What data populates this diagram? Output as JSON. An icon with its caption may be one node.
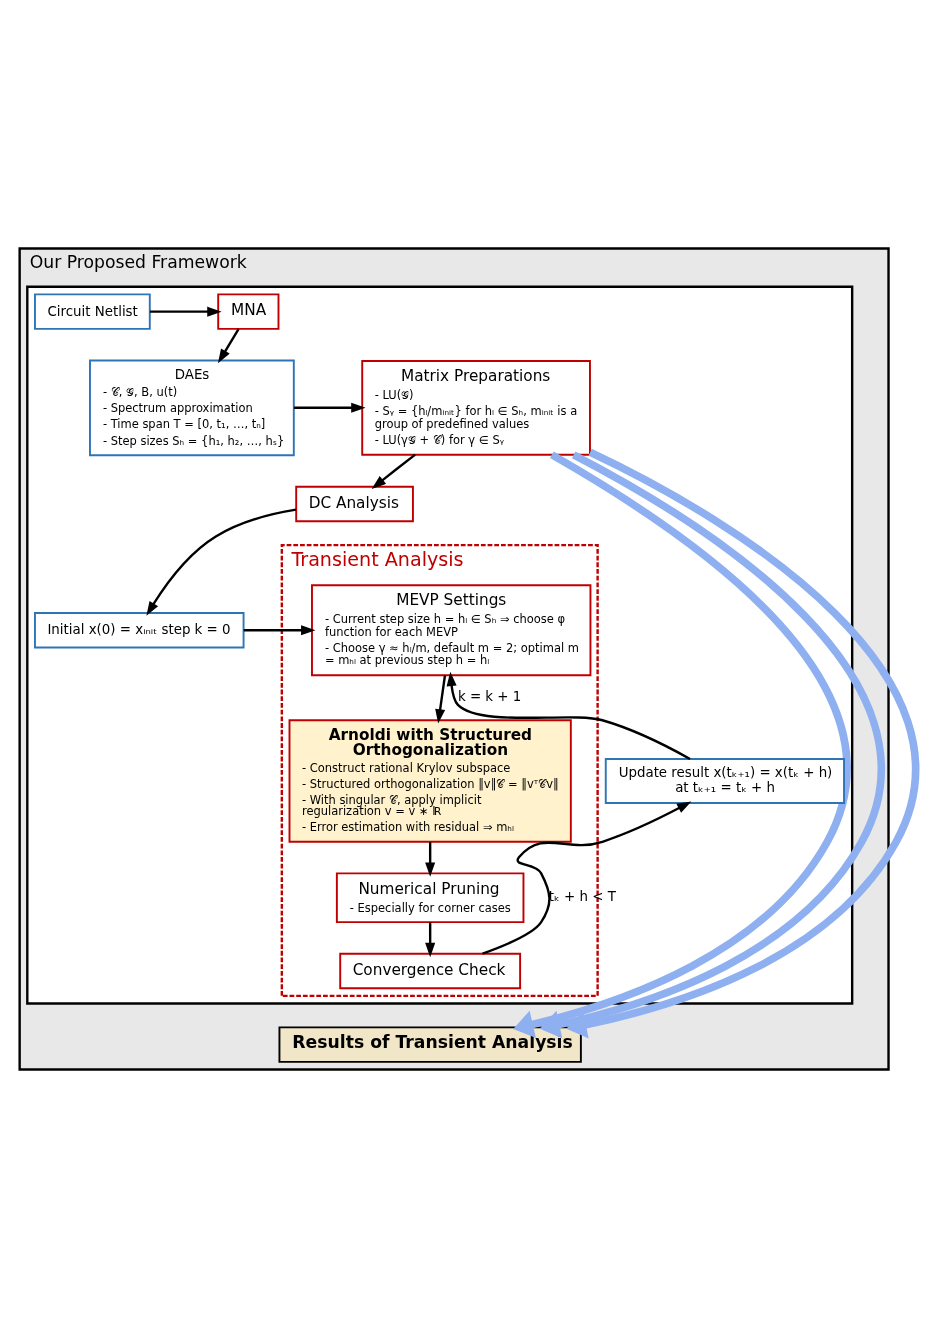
{
  "diagram": {
    "nodes": [
      {
        "text": [
          "Our Proposed Framework"
        ]
      },
      {
        "text": [],
        "shape": "box",
        "in": 0
      },
      {
        "text": [
          "MNA"
        ],
        "in": 1
      },
      {
        "text": [
          "Circuit Netlist"
        ],
        "in": 1
      },
      {
        "text": [
          "Matrix Preparations",
          "- LU(𝒢)",
          "- Sᵧ = {hₗ/mᵢₙᵢₜ} for hₗ ∈ Sₕ, mᵢₙᵢₜ is a group of predefined values",
          "- LU(γ𝒢 + 𝒞) for γ ∈ Sᵧ"
        ],
        "in": 1
      },
      {
        "text": [
          "DAEs",
          "- 𝒞, 𝒢, B, u(t)",
          "- Spectrum approximation",
          "- Time span T = [0, t₁, …, tₙ]",
          "- Step sizes Sₕ = {h₁, h₂, …, hₛ}"
        ],
        "in": 1
      },
      {
        "text": [
          "DC Analysis"
        ],
        "in": 1
      },
      {
        "text": [
          "Transient Analysis"
        ],
        "in": 1
      },
      {
        "text": [
          "MEVP Settings",
          "- Current step size h = hₗ ∈ Sₕ ⇒ choose φ function for each MEVP",
          "- Choose γ ≈ hₗ/m, default m = 2; optimal m = mₕₗ at previous step h = hₗ"
        ],
        "in": 7
      },
      {
        "text": [
          "Initial x(0) = xᵢₙᵢₜ step k = 0"
        ],
        "in": 1
      },
      {
        "text": [
          "Arnoldi with Structured Orthogonalization",
          "- Construct rational Krylov subspace",
          "- Structured orthogonalization ‖v‖𝒞 = ‖vᵀ𝒞v‖",
          "- With singular 𝒞, apply implicit regularization v = v ∗ I$_{R}$",
          "- Error estimation with residual ⇒ mₕₗ"
        ],
        "in": 7
      },
      {
        "text": [
          "Update result x(tₖ₊₁) = x(tₖ + h) at tₖ₊₁ = tₖ + h"
        ],
        "in": 1
      },
      {
        "text": [
          "Numerical Pruning",
          "- Especially for corner cases"
        ],
        "in": 7
      },
      {
        "text": [
          "Convergence Check"
        ],
        "in": 7
      },
      {
        "text": [
          "Results of Transient Analysis"
        ],
        "in": 0
      }
    ],
    "edges": [
      {
        "from": 3,
        "to": 2,
        "arrow": "to"
      },
      {
        "from": 2,
        "to": 5,
        "arrow": "to"
      },
      {
        "from": 5,
        "to": 4,
        "arrow": "to"
      },
      {
        "from": 4,
        "to": 6,
        "arrow": "to"
      },
      {
        "from": 6,
        "to": 9,
        "arrow": "to"
      },
      {
        "from": 9,
        "to": 8,
        "arrow": "to"
      },
      {
        "from": 11,
        "to": 8,
        "arrow": "to",
        "label": "k = k + 1"
      },
      {
        "from": 8,
        "to": 10,
        "arrow": "to"
      },
      {
        "from": 10,
        "to": 12,
        "arrow": "to"
      },
      {
        "from": 12,
        "to": 13,
        "arrow": "to"
      },
      {
        "from": 13,
        "to": 11,
        "arrow": "to",
        "label": "tₖ + h < T"
      },
      {
        "from": 4,
        "to": 14,
        "arrow": "to",
        "style": "thick",
        "color": "#8fb0f0"
      },
      {
        "from": 4,
        "to": 14,
        "arrow": "to",
        "style": "thick",
        "color": "#8fb0f0"
      },
      {
        "from": 4,
        "to": 14,
        "arrow": "to",
        "style": "thick",
        "color": "#8fb0f0"
      }
    ]
  }
}
